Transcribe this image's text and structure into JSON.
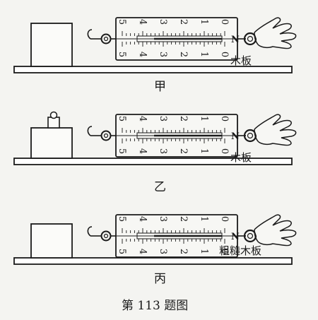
{
  "panels": [
    {
      "label": "甲",
      "surface": "木板",
      "weight_on_block": false
    },
    {
      "label": "乙",
      "surface": "木板",
      "weight_on_block": true
    },
    {
      "label": "丙",
      "surface": "粗糙木板",
      "weight_on_block": false
    }
  ],
  "scale": {
    "upper": [
      "0",
      "1",
      "2",
      "3",
      "4",
      "5"
    ],
    "lower": [
      "0",
      "1",
      "2",
      "3",
      "4",
      "5"
    ],
    "pointer_letter": "N"
  },
  "figure_caption": "第 113 题图",
  "colors": {
    "ink": "#1a1a1a",
    "paper": "#f4f4f1"
  }
}
